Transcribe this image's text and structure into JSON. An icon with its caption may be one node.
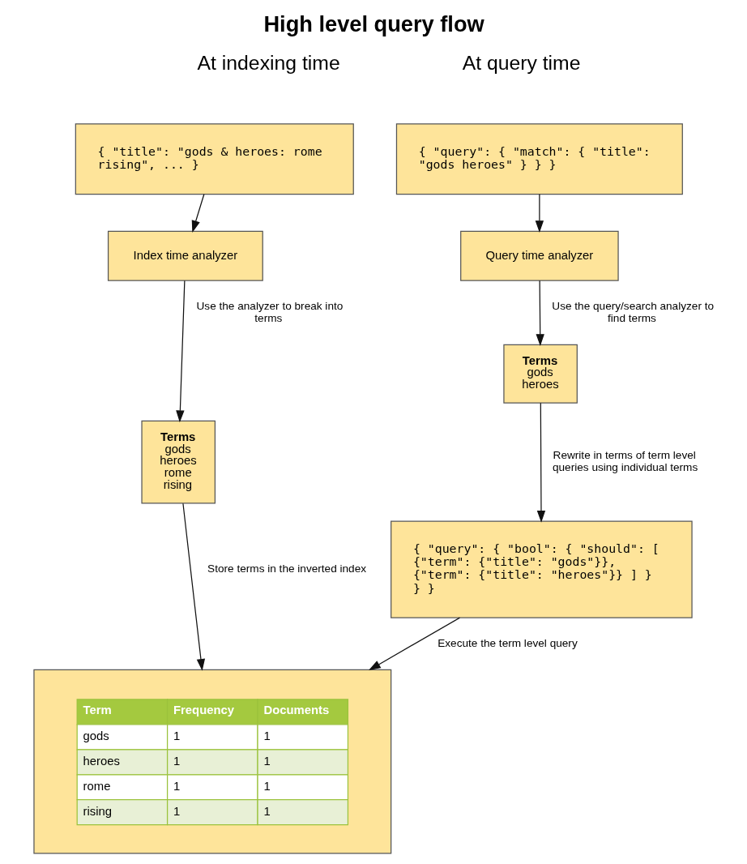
{
  "diagram": {
    "title": "High level query flow",
    "nodes": [
      {
        "text": [
          "{ \"title\": \"gods & heroes: rome rising\", ... }"
        ]
      },
      {
        "text": [
          "Index time analyzer"
        ]
      },
      {
        "text": [
          "Terms",
          "gods heroes rome rising"
        ]
      },
      {
        "text": [
          "{ \"query\": { \"match\": { \"title\": \"gods heroes\" } } }"
        ]
      },
      {
        "text": [
          "Query time analyzer"
        ]
      },
      {
        "text": [
          "Terms",
          "gods heroes"
        ]
      },
      {
        "text": [
          "{ \"query\": { \"bool\": { \"should\": [ {\"term\": {\"title\": \"gods\"}}, {\"term\": {\"title\": \"heroes\"}} ] } } }"
        ]
      },
      {
        "text": [
          "Term",
          "Frequency",
          "Documents",
          "gods",
          "1",
          "1",
          "heroes",
          "1",
          "1",
          "rome",
          "1",
          "1",
          "rising",
          "1",
          "1"
        ]
      }
    ],
    "edges": [
      {
        "from": 0,
        "to": 1,
        "arrow": "to"
      },
      {
        "from": 1,
        "to": 2,
        "arrow": "to",
        "label": "Use the analyzer to break into terms"
      },
      {
        "from": 2,
        "to": 7,
        "arrow": "to",
        "label": "Store terms in the inverted index"
      },
      {
        "from": 3,
        "to": 4,
        "arrow": "to"
      },
      {
        "from": 4,
        "to": 5,
        "arrow": "to",
        "label": "Use the query/search analyzer to find terms"
      },
      {
        "from": 5,
        "to": 6,
        "arrow": "to",
        "label": "Rewrite in terms of term level queries using individual terms"
      },
      {
        "from": 6,
        "to": 7,
        "arrow": "to",
        "label": "Execute the term level query"
      }
    ],
    "labels": [
      "At indexing time",
      "At query time"
    ]
  }
}
